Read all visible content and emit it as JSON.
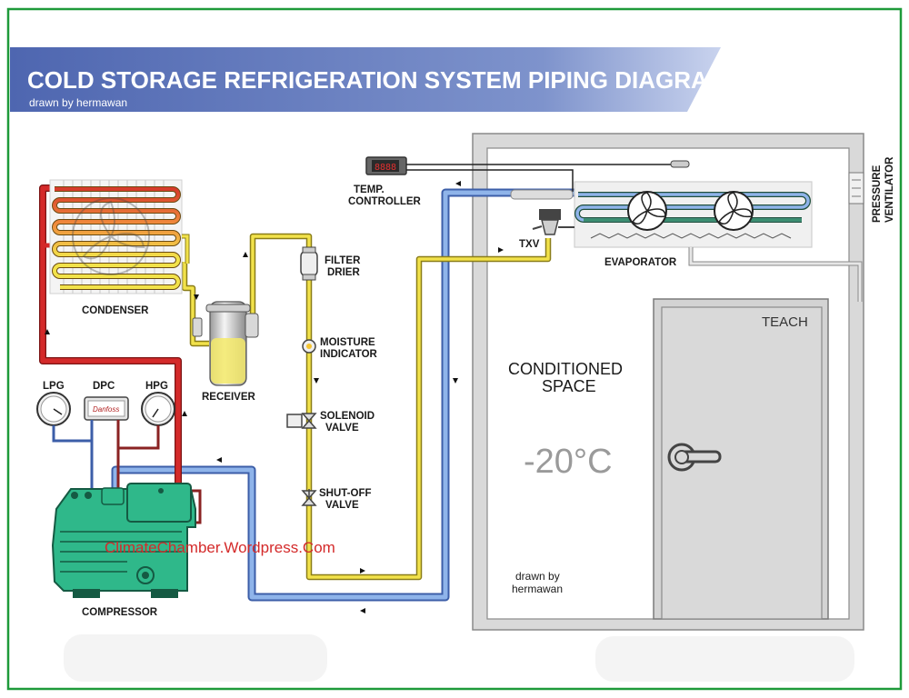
{
  "header": {
    "title": "COLD STORAGE REFRIGERATION SYSTEM PIPING DIAGRAM",
    "subtitle": "drawn by hermawan"
  },
  "labels": {
    "condenser": "CONDENSER",
    "receiver": "RECEIVER",
    "compressor": "COMPRESSOR",
    "lpg": "LPG",
    "dpc": "DPC",
    "hpg": "HPG",
    "filter_drier_1": "FILTER",
    "filter_drier_2": "DRIER",
    "moisture_indicator_1": "MOISTURE",
    "moisture_indicator_2": "INDICATOR",
    "solenoid_valve_1": "SOLENOID",
    "solenoid_valve_2": "VALVE",
    "shutoff_valve_1": "SHUT-OFF",
    "shutoff_valve_2": "VALVE",
    "temp_controller_1": "TEMP.",
    "temp_controller_2": "CONTROLLER",
    "txv": "TXV",
    "evaporator": "EVAPORATOR",
    "pressure_ventilator_1": "PRESSURE",
    "pressure_ventilator_2": "VENTILATOR",
    "conditioned_space_1": "CONDITIONED",
    "conditioned_space_2": "SPACE",
    "temperature": "-20°C",
    "door_tag": "TEACH",
    "credit_1": "drawn by",
    "credit_2": "hermawan",
    "website": "ClimateChamber.Wordpress.Com",
    "controller_display": "8888",
    "dpc_brand": "Danfoss"
  },
  "colors": {
    "frame": "#1e9a3a",
    "banner": "#5b73b8",
    "discharge_line": "#d42a2a",
    "liquid_line": "#f2e24a",
    "suction_line": "#5d8fd8",
    "compressor": "#2fb88a",
    "evaporator_coil": "#3a8f6f"
  }
}
